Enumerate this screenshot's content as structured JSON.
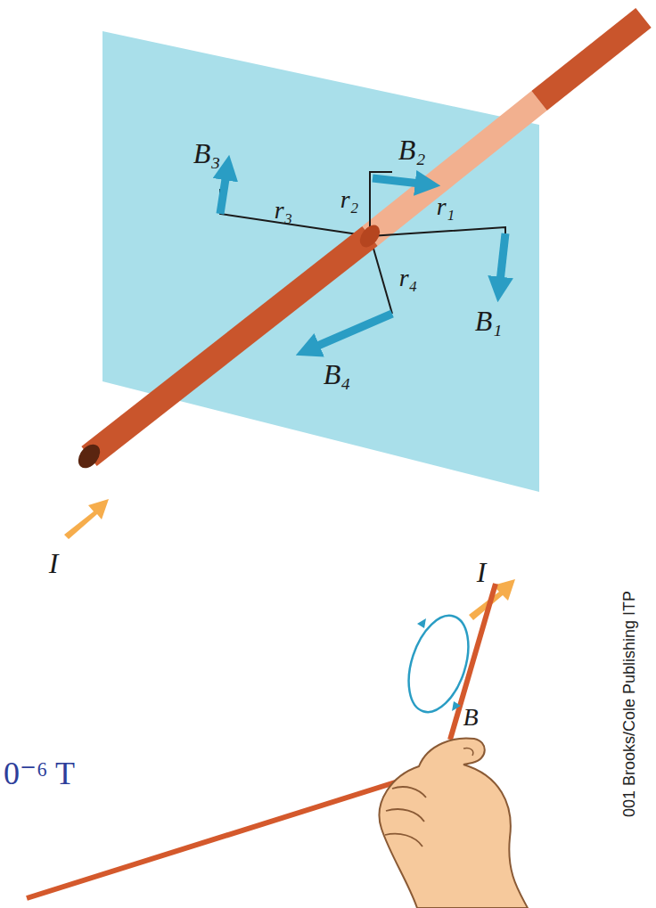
{
  "diagram": {
    "labels": [
      "B₂",
      "B₃",
      "r₂",
      "r₁",
      "r₃",
      "r₄",
      "B₁",
      "B₄",
      "I",
      "I",
      "B",
      "0⁻⁶ T",
      "001 Brooks/Cole Publishing ITP"
    ]
  }
}
